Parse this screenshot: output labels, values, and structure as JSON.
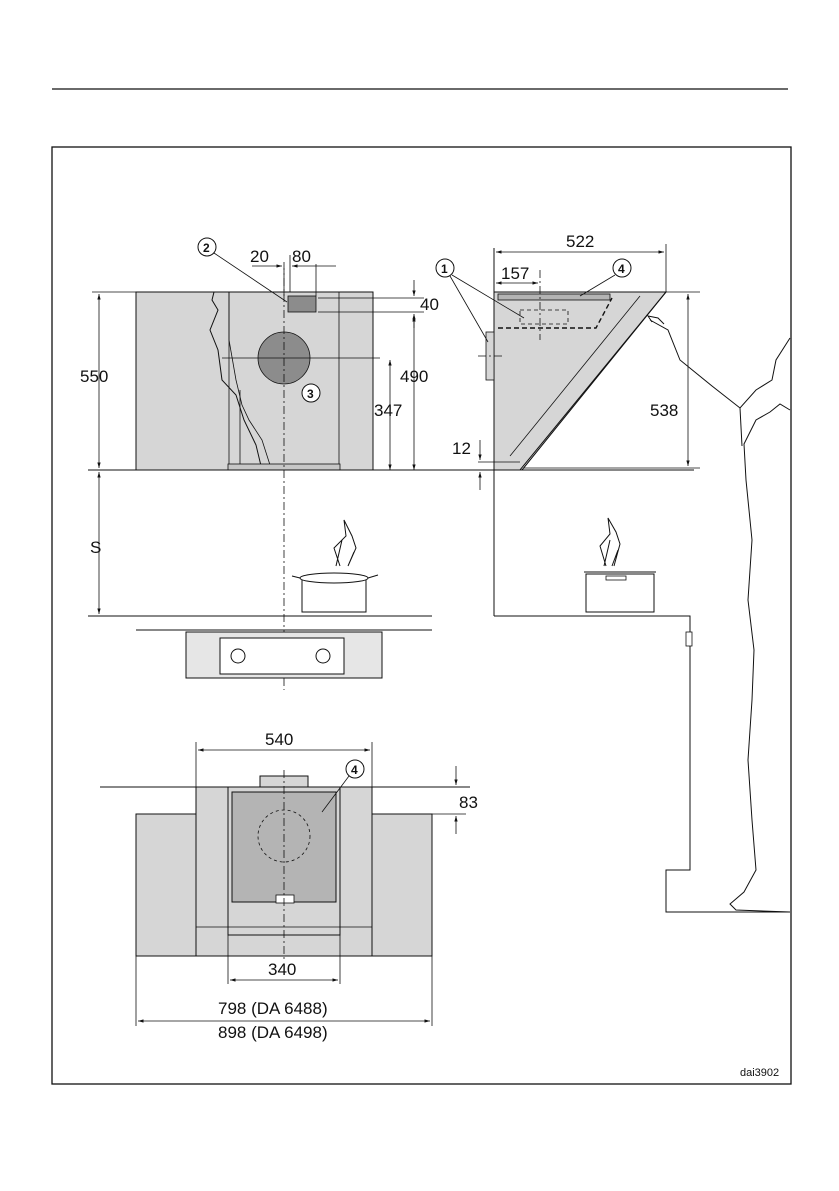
{
  "dimensions": {
    "front_offset_20": "20",
    "front_width_80": "80",
    "front_height_40": "40",
    "front_height_550": "550",
    "front_height_490": "490",
    "front_height_347": "347",
    "distance_s": "S",
    "side_depth_522": "522",
    "side_depth_157": "157",
    "side_height_538": "538",
    "side_gap_12": "12",
    "bottom_width_540": "540",
    "bottom_depth_83": "83",
    "bottom_width_340": "340",
    "bottom_width_798": "798 (DA 6488)",
    "bottom_width_898": "898 (DA 6498)"
  },
  "callouts": {
    "c1": "1",
    "c2": "2",
    "c3": "3",
    "c4": "4"
  },
  "figure_code": "dai3902",
  "colors": {
    "panel": "#d6d6d6",
    "duct_circle": "#8c8c8c",
    "line": "#111111"
  }
}
